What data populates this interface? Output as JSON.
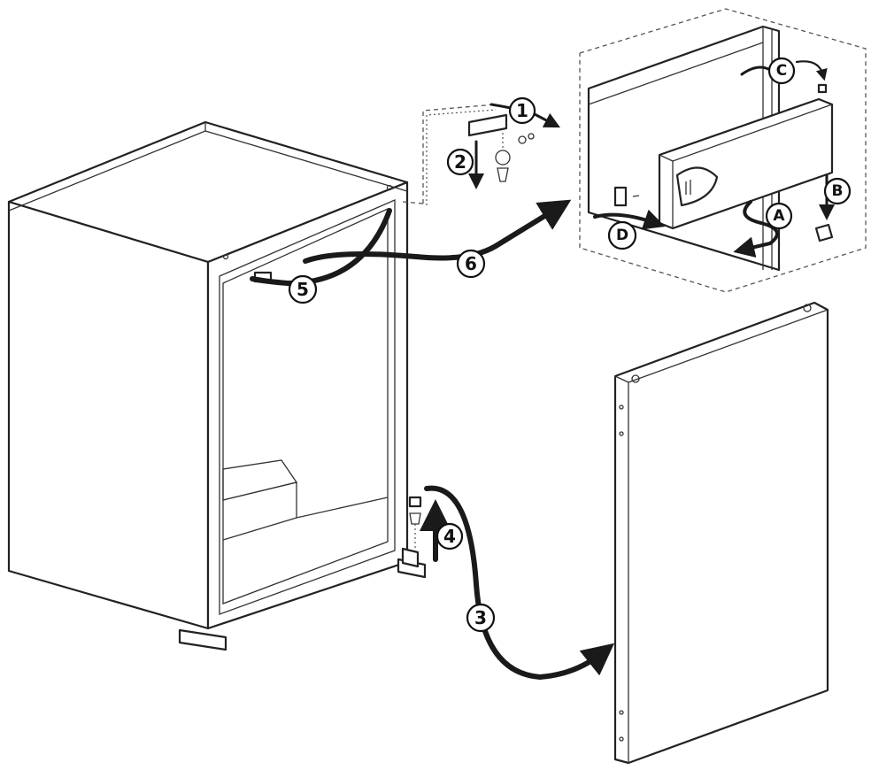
{
  "steps": {
    "s1": "1",
    "s2": "2",
    "s3": "3",
    "s4": "4",
    "s5": "5",
    "s6": "6",
    "sa": "A",
    "sb": "B",
    "sc": "C",
    "sd": "D"
  },
  "colors": {
    "line": "#222222",
    "background": "#ffffff"
  }
}
